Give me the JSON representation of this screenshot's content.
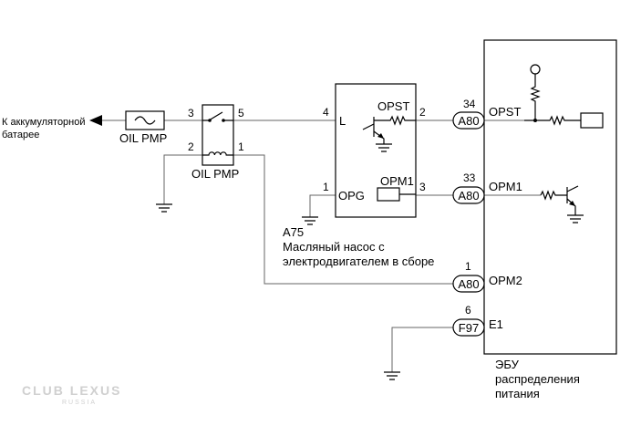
{
  "battery_label": [
    "К аккумуляторной",
    "батарее"
  ],
  "fuse_label": "OIL PMP",
  "relay": {
    "label": "OIL PMP",
    "pins": {
      "p3": "3",
      "p5": "5",
      "p2": "2",
      "p1": "1"
    }
  },
  "pump": {
    "code": "A75",
    "name_lines": [
      "Масляный насос с",
      "электродвигателем в сборе"
    ],
    "pins": {
      "L": "4",
      "OPG": "1",
      "OPST": "2",
      "OPM1": "3"
    },
    "terminals": {
      "L": "L",
      "OPG": "OPG",
      "OPST": "OPST",
      "OPM1": "OPM1"
    }
  },
  "ecu": {
    "name_lines": [
      "ЭБУ",
      "распределения",
      "питания"
    ],
    "connectors": [
      {
        "code": "A80",
        "pin": "34",
        "terminal": "OPST"
      },
      {
        "code": "A80",
        "pin": "33",
        "terminal": "OPM1"
      },
      {
        "code": "A80",
        "pin": "1",
        "terminal": "OPM2"
      },
      {
        "code": "F97",
        "pin": "6",
        "terminal": "E1"
      }
    ]
  },
  "watermark": {
    "line1": "CLUB LEXUS",
    "line2": "RUSSIA"
  }
}
